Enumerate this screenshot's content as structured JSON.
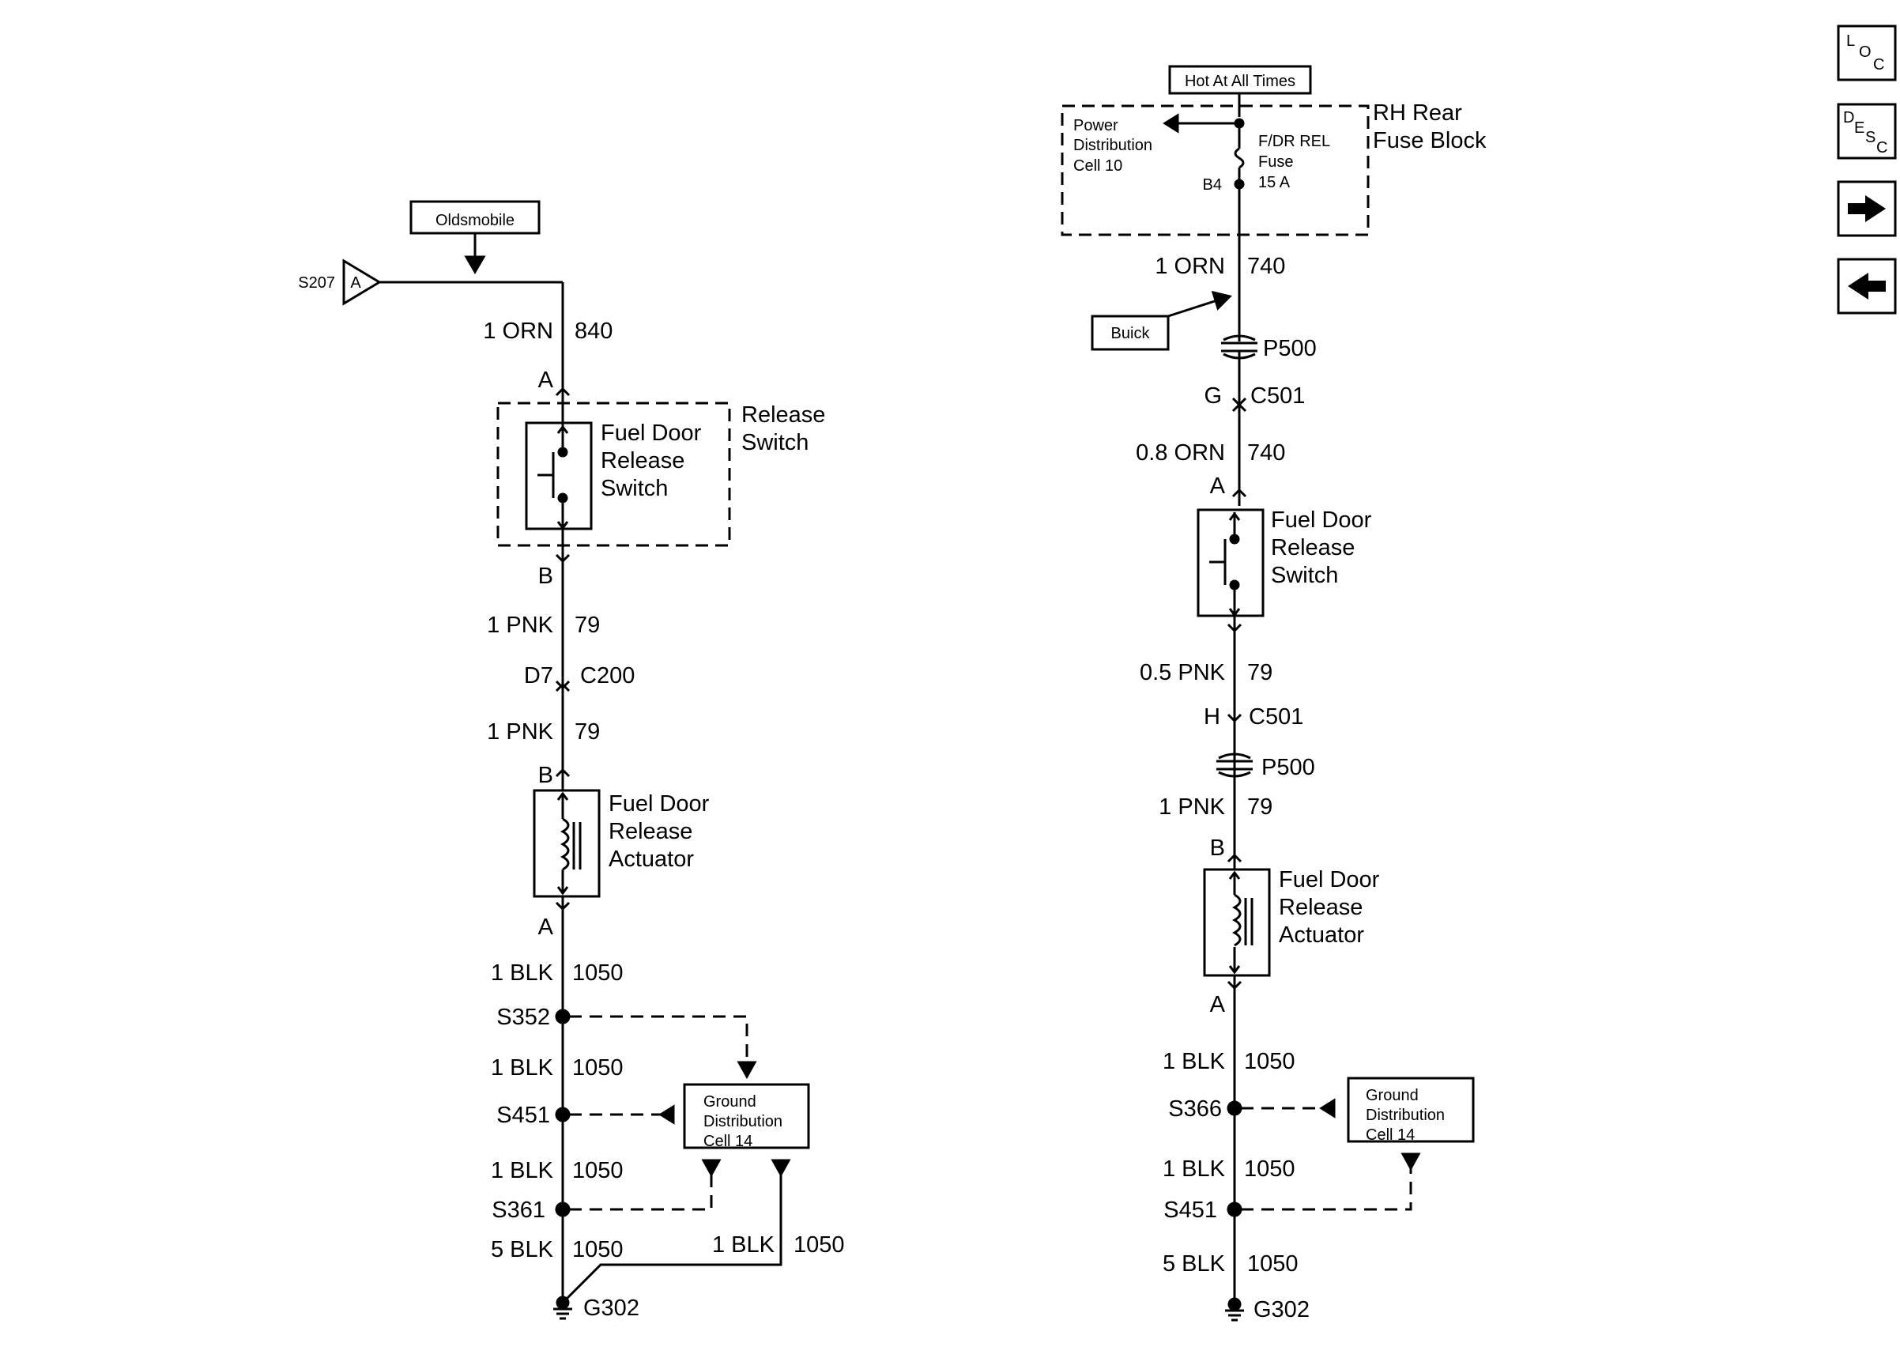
{
  "nav": {
    "loc": {
      "l": "L",
      "o": "O",
      "c": "C"
    },
    "desc": {
      "d": "D",
      "e": "E",
      "s": "S",
      "c": "C"
    }
  },
  "left": {
    "oldsmobile": "Oldsmobile",
    "s207": "S207",
    "s207_pin": "A",
    "w1_size": "1 ORN",
    "w1_circ": "840",
    "sw_pin_top": "A",
    "sw_line1": "Fuel Door",
    "sw_line2": "Release",
    "sw_line3": "Switch",
    "rel_line1": "Release",
    "rel_line2": "Switch",
    "sw_pin_bot": "B",
    "w2_size": "1 PNK",
    "w2_circ": "79",
    "c200_pin": "D7",
    "c200": "C200",
    "w3_size": "1 PNK",
    "w3_circ": "79",
    "act_pin_top": "B",
    "act_line1": "Fuel Door",
    "act_line2": "Release",
    "act_line3": "Actuator",
    "act_pin_bot": "A",
    "w4_size": "1 BLK",
    "w4_circ": "1050",
    "s352": "S352",
    "w5_size": "1 BLK",
    "w5_circ": "1050",
    "s451": "S451",
    "gnd_line1": "Ground",
    "gnd_line2": "Distribution",
    "gnd_line3": "Cell 14",
    "w6_size": "1 BLK",
    "w6_circ": "1050",
    "s361": "S361",
    "w7_size": "5 BLK",
    "w7_circ": "1050",
    "w8_size": "1 BLK",
    "w8_circ": "1050",
    "g302": "G302"
  },
  "right": {
    "hot": "Hot At All Times",
    "fuse_block1": "RH Rear",
    "fuse_block2": "Fuse Block",
    "pd_line1": "Power",
    "pd_line2": "Distribution",
    "pd_line3": "Cell 10",
    "fuse_line1": "F/DR REL",
    "fuse_line2": "Fuse",
    "fuse_line3": "15 A",
    "b4": "B4",
    "w1_size": "1 ORN",
    "w1_circ": "740",
    "buick": "Buick",
    "p500a": "P500",
    "c501a_pin": "G",
    "c501a": "C501",
    "w2_size": "0.8 ORN",
    "w2_circ": "740",
    "sw_pin_top": "A",
    "sw_line1": "Fuel Door",
    "sw_line2": "Release",
    "sw_line3": "Switch",
    "w3_size": "0.5 PNK",
    "w3_circ": "79",
    "c501b_pin": "H",
    "c501b": "C501",
    "p500b": "P500",
    "w4_size": "1 PNK",
    "w4_circ": "79",
    "act_pin_top": "B",
    "act_line1": "Fuel Door",
    "act_line2": "Release",
    "act_line3": "Actuator",
    "act_pin_bot": "A",
    "w5_size": "1 BLK",
    "w5_circ": "1050",
    "s366": "S366",
    "gnd_line1": "Ground",
    "gnd_line2": "Distribution",
    "gnd_line3": "Cell 14",
    "w6_size": "1 BLK",
    "w6_circ": "1050",
    "s451": "S451",
    "w7_size": "5 BLK",
    "w7_circ": "1050",
    "g302": "G302"
  }
}
